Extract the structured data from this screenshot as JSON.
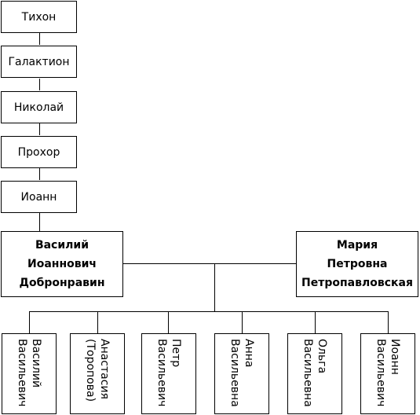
{
  "ancestors": [
    "Тихон",
    "Галактион",
    "Николай",
    "Прохор",
    "Иоанн"
  ],
  "father": [
    "Василий",
    "Иоаннович",
    "Добронравин"
  ],
  "mother": [
    "Мария",
    "Петровна",
    "Петропавловская"
  ],
  "children": [
    [
      "Василий",
      "Васильевич"
    ],
    [
      "Анастасия",
      "(Торопова)"
    ],
    [
      "Петр",
      "Васильевич"
    ],
    [
      "Анна",
      "Васильевна"
    ],
    [
      "Ольга",
      "Васильевна"
    ],
    [
      "Иоанн",
      "Васильевич"
    ]
  ]
}
